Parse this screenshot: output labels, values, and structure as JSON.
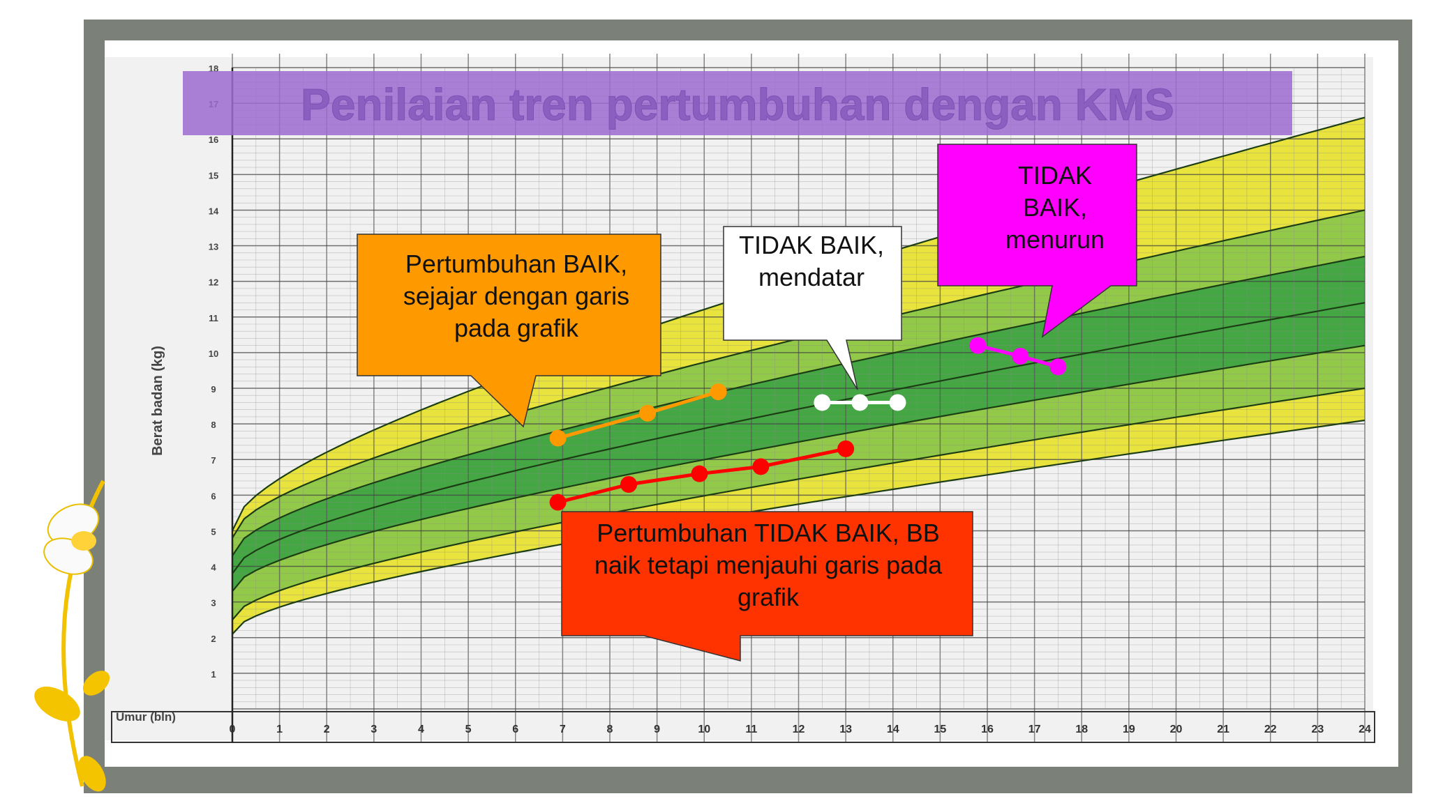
{
  "slide": {
    "title": "Penilaian tren pertumbuhan dengan KMS",
    "colors": {
      "frame": "#7b8079",
      "title_bar": "#9c6bd1",
      "band_yellow": "#e8e233",
      "band_light_green": "#8dc63f",
      "band_green": "#3aa23a",
      "band_dark_green": "#2b8f2b"
    }
  },
  "callouts": {
    "baik": {
      "text": "Pertumbuhan BAIK, sejajar dengan  garis pada grafik",
      "color": "#ff9900"
    },
    "mendatar": {
      "text": "TIDAK BAIK, mendatar",
      "color": "#ffffff"
    },
    "menurun": {
      "text": "TIDAK BAIK, menurun",
      "color": "#ff00ff"
    },
    "menjauhi": {
      "text": "Pertumbuhan TIDAK BAIK,  BB naik tetapi menjauhi garis  pada grafik",
      "color": "#ff3300"
    }
  },
  "chart_data": {
    "type": "line",
    "title": "Penilaian tren pertumbuhan dengan KMS",
    "xlabel": "Umur (bln)",
    "ylabel": "Berat badan (kg)",
    "xlim": [
      0,
      24
    ],
    "ylim": [
      0,
      18
    ],
    "x_ticks": [
      0,
      1,
      2,
      3,
      4,
      5,
      6,
      7,
      8,
      9,
      10,
      11,
      12,
      13,
      14,
      15,
      16,
      17,
      18,
      19,
      20,
      21,
      22,
      23,
      24
    ],
    "y_ticks": [
      1,
      2,
      3,
      4,
      5,
      6,
      7,
      8,
      9,
      10,
      11,
      12,
      13,
      14,
      15,
      16,
      17,
      18
    ],
    "grid": true,
    "reference_curves": [
      {
        "name": "curve-1",
        "values": [
          2.1,
          8.1
        ]
      },
      {
        "name": "curve-2",
        "values": [
          2.5,
          9.0
        ]
      },
      {
        "name": "curve-3",
        "values": [
          3.3,
          10.2
        ]
      },
      {
        "name": "curve-4",
        "values": [
          3.8,
          11.4
        ]
      },
      {
        "name": "curve-5",
        "values": [
          4.3,
          12.7
        ]
      },
      {
        "name": "curve-6",
        "values": [
          4.8,
          14.0
        ]
      },
      {
        "name": "curve-7",
        "values": [
          5.0,
          16.6
        ]
      }
    ],
    "series": [
      {
        "color": "#ff9900",
        "points": [
          [
            6.9,
            7.6
          ],
          [
            8.8,
            8.3
          ],
          [
            10.3,
            8.9
          ]
        ]
      },
      {
        "color": "#ffffff",
        "points": [
          [
            12.5,
            8.6
          ],
          [
            13.3,
            8.6
          ],
          [
            14.1,
            8.6
          ]
        ]
      },
      {
        "color": "#ff00ff",
        "points": [
          [
            15.8,
            10.2
          ],
          [
            16.7,
            9.9
          ],
          [
            17.5,
            9.6
          ]
        ]
      },
      {
        "color": "#ff0000",
        "points": [
          [
            6.9,
            5.8
          ],
          [
            8.4,
            6.3
          ],
          [
            9.9,
            6.6
          ],
          [
            11.2,
            6.8
          ],
          [
            13.0,
            7.3
          ]
        ]
      }
    ]
  }
}
